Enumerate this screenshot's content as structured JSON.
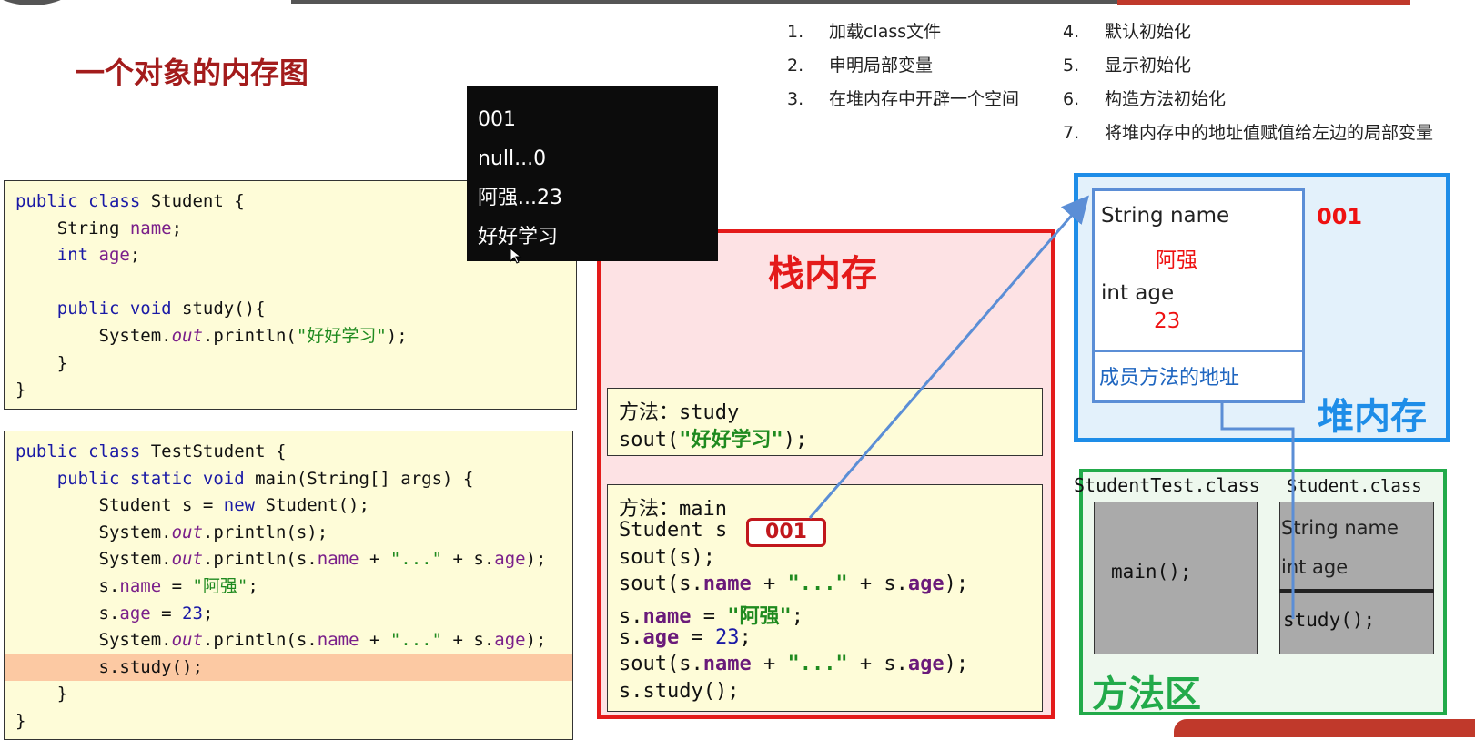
{
  "title": "一个对象的内存图",
  "steps": [
    {
      "num": "1.",
      "text": "加载class文件"
    },
    {
      "num": "2.",
      "text": "申明局部变量"
    },
    {
      "num": "3.",
      "text": "在堆内存中开辟一个空间"
    },
    {
      "num": "4.",
      "text": "默认初始化"
    },
    {
      "num": "5.",
      "text": "显示初始化"
    },
    {
      "num": "6.",
      "text": "构造方法初始化"
    },
    {
      "num": "7.",
      "text": "将堆内存中的地址值赋值给左边的局部变量"
    }
  ],
  "console": [
    "001",
    "null...0",
    "阿强...23",
    "好好学习"
  ],
  "code_student": {
    "l1a": "public class",
    "l1b": " Student {",
    "l2a": "    String ",
    "l2b": "name",
    "l2c": ";",
    "l3a": "    int ",
    "l3b": "age",
    "l3c": ";",
    "l5a": "    public void",
    "l5b": " study(){",
    "l6a": "        System.",
    "l6b": "out",
    "l6c": ".println(",
    "l6d": "\"好好学习\"",
    "l6e": ");",
    "l7": "    }",
    "l8": "}"
  },
  "code_test": {
    "l1a": "public class",
    "l1b": " TestStudent {",
    "l2a": "    public static void",
    "l2b": " main(String[] args) {",
    "l3a": "        Student s = ",
    "l3b": "new",
    "l3c": " Student();",
    "l4a": "        System.",
    "l4b": "out",
    "l4c": ".println(s);",
    "l5a": "        System.",
    "l5b": "out",
    "l5c": ".println(s.",
    "l5d": "name",
    "l5e": " + ",
    "l5f": "\"...\"",
    "l5g": " + s.",
    "l5h": "age",
    "l5i": ");",
    "l6a": "        s.",
    "l6b": "name",
    "l6c": " = ",
    "l6d": "\"阿强\"",
    "l6e": ";",
    "l7a": "        s.",
    "l7b": "age",
    "l7c": " = ",
    "l7d": "23",
    "l7e": ";",
    "l8a": "        System.",
    "l8b": "out",
    "l8c": ".println(s.",
    "l8d": "name",
    "l8e": " + ",
    "l8f": "\"...\"",
    "l8g": " + s.",
    "l8h": "age",
    "l8i": ");",
    "l9": "        s.study();",
    "l10": "    }",
    "l11": "}"
  },
  "stack": {
    "title": "栈内存",
    "study_frame": {
      "l1": "方法：study",
      "l2a": "sout(",
      "l2b": "\"好好学习\"",
      "l2c": ");"
    },
    "main_frame": {
      "l1": "方法：main",
      "l2": "Student s",
      "addr": "001",
      "l3": "sout(s);",
      "l4a": "sout(s.",
      "l4b": "name",
      "l4c": " + ",
      "l4d": "\"...\"",
      "l4e": " + s.",
      "l4f": "age",
      "l4g": ");",
      "l5a": "s.",
      "l5b": "name",
      "l5c": " = ",
      "l5d": "\"阿强\"",
      "l5e": ";",
      "l6a": "s.",
      "l6b": "age",
      "l6c": " = ",
      "l6d": "23",
      "l6e": ";",
      "l7a": "sout(s.",
      "l7b": "name",
      "l7c": " + ",
      "l7d": "\"...\"",
      "l7e": " + s.",
      "l7f": "age",
      "l7g": ");",
      "l8": "s.study();"
    }
  },
  "heap": {
    "title": "堆内存",
    "field1": "String name",
    "value1": "阿强",
    "field2": "int age",
    "value2": "23",
    "method_addr": "成员方法的地址",
    "addr": "001"
  },
  "method_area": {
    "title": "方法区",
    "class1": "StudentTest.class",
    "class1_method": "main();",
    "class2": "Student.class",
    "class2_field1": "String name",
    "class2_field2": "int age",
    "class2_method": "study();"
  },
  "colors": {
    "title": "#a31c1c",
    "stack": "#e41a1a",
    "heap": "#1e8de8",
    "method_area": "#22aa4a",
    "arrow": "#5b8ed6"
  }
}
